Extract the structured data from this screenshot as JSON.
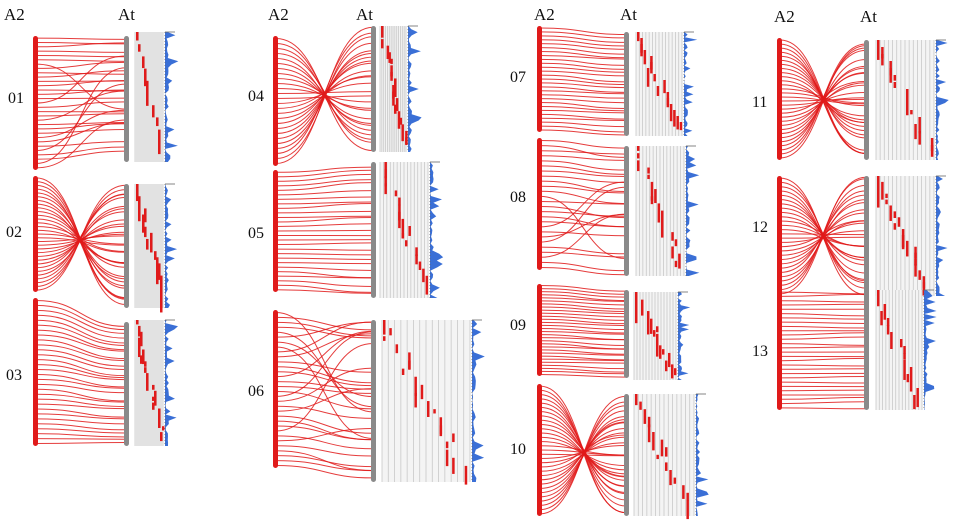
{
  "header_labels": {
    "left": "A2",
    "right": "At"
  },
  "colors": {
    "link": "#e01a1a",
    "a2_bar": "#e01a1a",
    "at_bar": "#8a8a8a",
    "dot": "#e01a1a",
    "density": "#3a6fd6",
    "grid": "#c8c8c8",
    "panel_bg": "#f4f4f4"
  },
  "columns": [
    {
      "header": {
        "left": "A2",
        "right": "At"
      },
      "blocks": [
        {
          "label": "01",
          "style": "mixed-cross"
        },
        {
          "label": "02",
          "style": "x-cross"
        },
        {
          "label": "03",
          "style": "parallel"
        }
      ]
    },
    {
      "header": {
        "left": "A2",
        "right": "At"
      },
      "blocks": [
        {
          "label": "04",
          "style": "x-cross"
        },
        {
          "label": "05",
          "style": "parallel"
        },
        {
          "label": "06",
          "style": "mixed-cross"
        }
      ]
    },
    {
      "header": {
        "left": "A2",
        "right": "At"
      },
      "blocks": [
        {
          "label": "07",
          "style": "parallel"
        },
        {
          "label": "08",
          "style": "mixed-cross"
        },
        {
          "label": "09",
          "style": "parallel"
        },
        {
          "label": "10",
          "style": "x-cross"
        }
      ]
    },
    {
      "header": {
        "left": "A2",
        "right": "At"
      },
      "blocks": [
        {
          "label": "11",
          "style": "x-cross"
        },
        {
          "label": "12",
          "style": "x-cross"
        },
        {
          "label": "13",
          "style": "parallel"
        }
      ]
    }
  ]
}
